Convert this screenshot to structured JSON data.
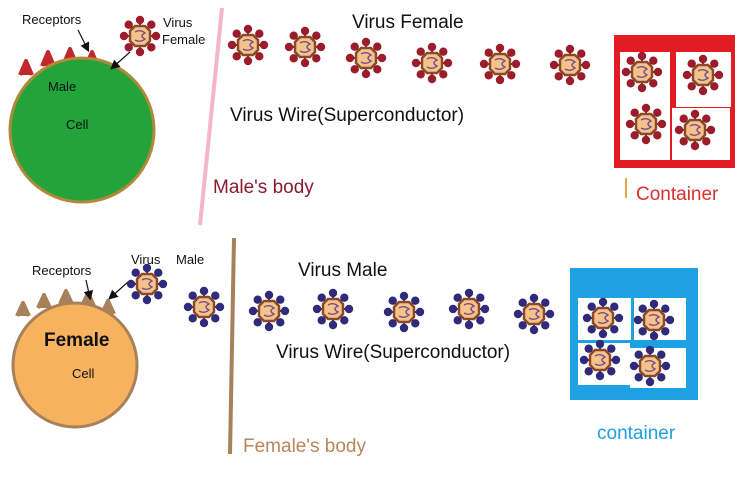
{
  "colors": {
    "male_cell": "#22a43a",
    "female_cell": "#f6b25e",
    "male_body_line": "#f4b6c8",
    "female_body_line": "#a8805a",
    "virus_female_spike": "#9b1c2a",
    "virus_male_spike": "#2f2a7a",
    "virus_core": "#c07a4a",
    "container_red": "#e31b23",
    "container_blue": "#1ea0e2",
    "label_male_body": "#8b1a2e",
    "label_female_body": "#b8865a",
    "label_red_container": "#d9302e",
    "label_blue_container": "#1e9fe0"
  },
  "top": {
    "receptors_label": "Receptors",
    "virus_label_line1": "Virus",
    "virus_label_line2": "Female",
    "cell_type": "Male",
    "cell_label": "Cell",
    "wire_title": "Virus Female",
    "wire_caption": "Virus Wire(Superconductor)",
    "body_label": "Male's body",
    "container_label": "Container",
    "virus_icon": "virus-female-icon"
  },
  "bottom": {
    "receptors_label": "Receptors",
    "virus_label": "Virus",
    "male_label": "Male",
    "cell_type": "Female",
    "cell_label": "Cell",
    "wire_title": "Virus Male",
    "wire_caption": "Virus Wire(Superconductor)",
    "body_label": "Female's body",
    "container_label": "container",
    "virus_icon": "virus-male-icon"
  }
}
